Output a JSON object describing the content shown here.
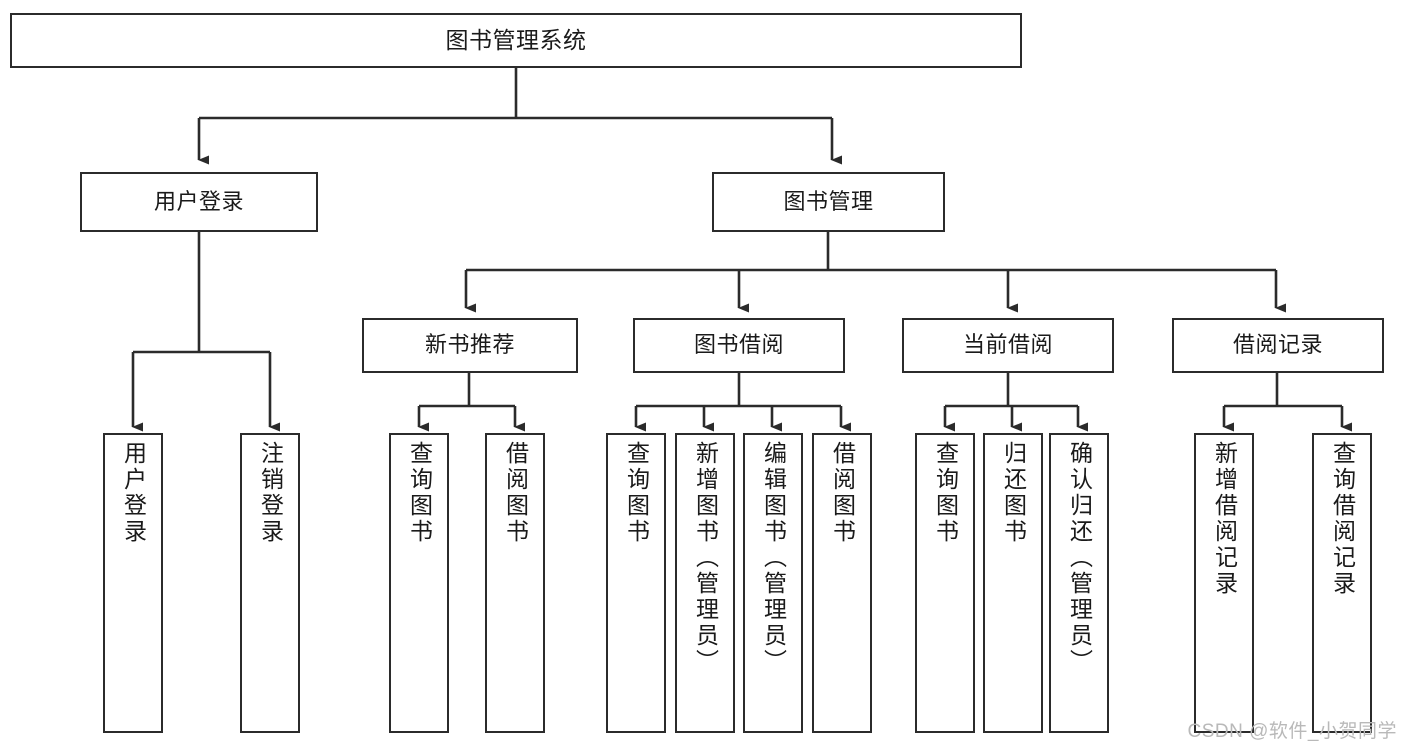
{
  "diagram": {
    "title": "图书管理系统",
    "watermark": "CSDN @软件_小贺同学",
    "colors": {
      "background": "#ffffff",
      "node_border": "#2b2b2b",
      "node_fill": "#ffffff",
      "edge": "#2b2b2b",
      "text": "#1a1a1a",
      "watermark": "#b9b9b9"
    },
    "nodes": {
      "root": {
        "label": "图书管理系统"
      },
      "level1": [
        {
          "id": "user-login",
          "label": "用户登录"
        },
        {
          "id": "book-manage",
          "label": "图书管理"
        }
      ],
      "level2": [
        {
          "id": "new-book-recommend",
          "label": "新书推荐"
        },
        {
          "id": "book-borrow",
          "label": "图书借阅"
        },
        {
          "id": "current-borrow",
          "label": "当前借阅"
        },
        {
          "id": "borrow-record",
          "label": "借阅记录"
        }
      ],
      "leaves": [
        {
          "id": "leaf-user-login",
          "label": "用户登录",
          "parent": "user-login"
        },
        {
          "id": "leaf-user-logout",
          "label": "注销登录",
          "parent": "user-login"
        },
        {
          "id": "leaf-query-book-1",
          "label": "查询图书",
          "parent": "new-book-recommend"
        },
        {
          "id": "leaf-borrow-book-1",
          "label": "借阅图书",
          "parent": "new-book-recommend"
        },
        {
          "id": "leaf-query-book-2",
          "label": "查询图书",
          "parent": "book-borrow"
        },
        {
          "id": "leaf-add-book",
          "label": "新增图书（管理员）",
          "parent": "book-borrow"
        },
        {
          "id": "leaf-edit-book",
          "label": "编辑图书（管理员）",
          "parent": "book-borrow"
        },
        {
          "id": "leaf-borrow-book-2",
          "label": "借阅图书",
          "parent": "book-borrow"
        },
        {
          "id": "leaf-query-book-3",
          "label": "查询图书",
          "parent": "current-borrow"
        },
        {
          "id": "leaf-return-book",
          "label": "归还图书",
          "parent": "current-borrow"
        },
        {
          "id": "leaf-confirm-return",
          "label": "确认归还（管理员）",
          "parent": "current-borrow"
        },
        {
          "id": "leaf-add-record",
          "label": "新增借阅记录",
          "parent": "borrow-record"
        },
        {
          "id": "leaf-query-record",
          "label": "查询借阅记录",
          "parent": "borrow-record"
        }
      ]
    }
  }
}
